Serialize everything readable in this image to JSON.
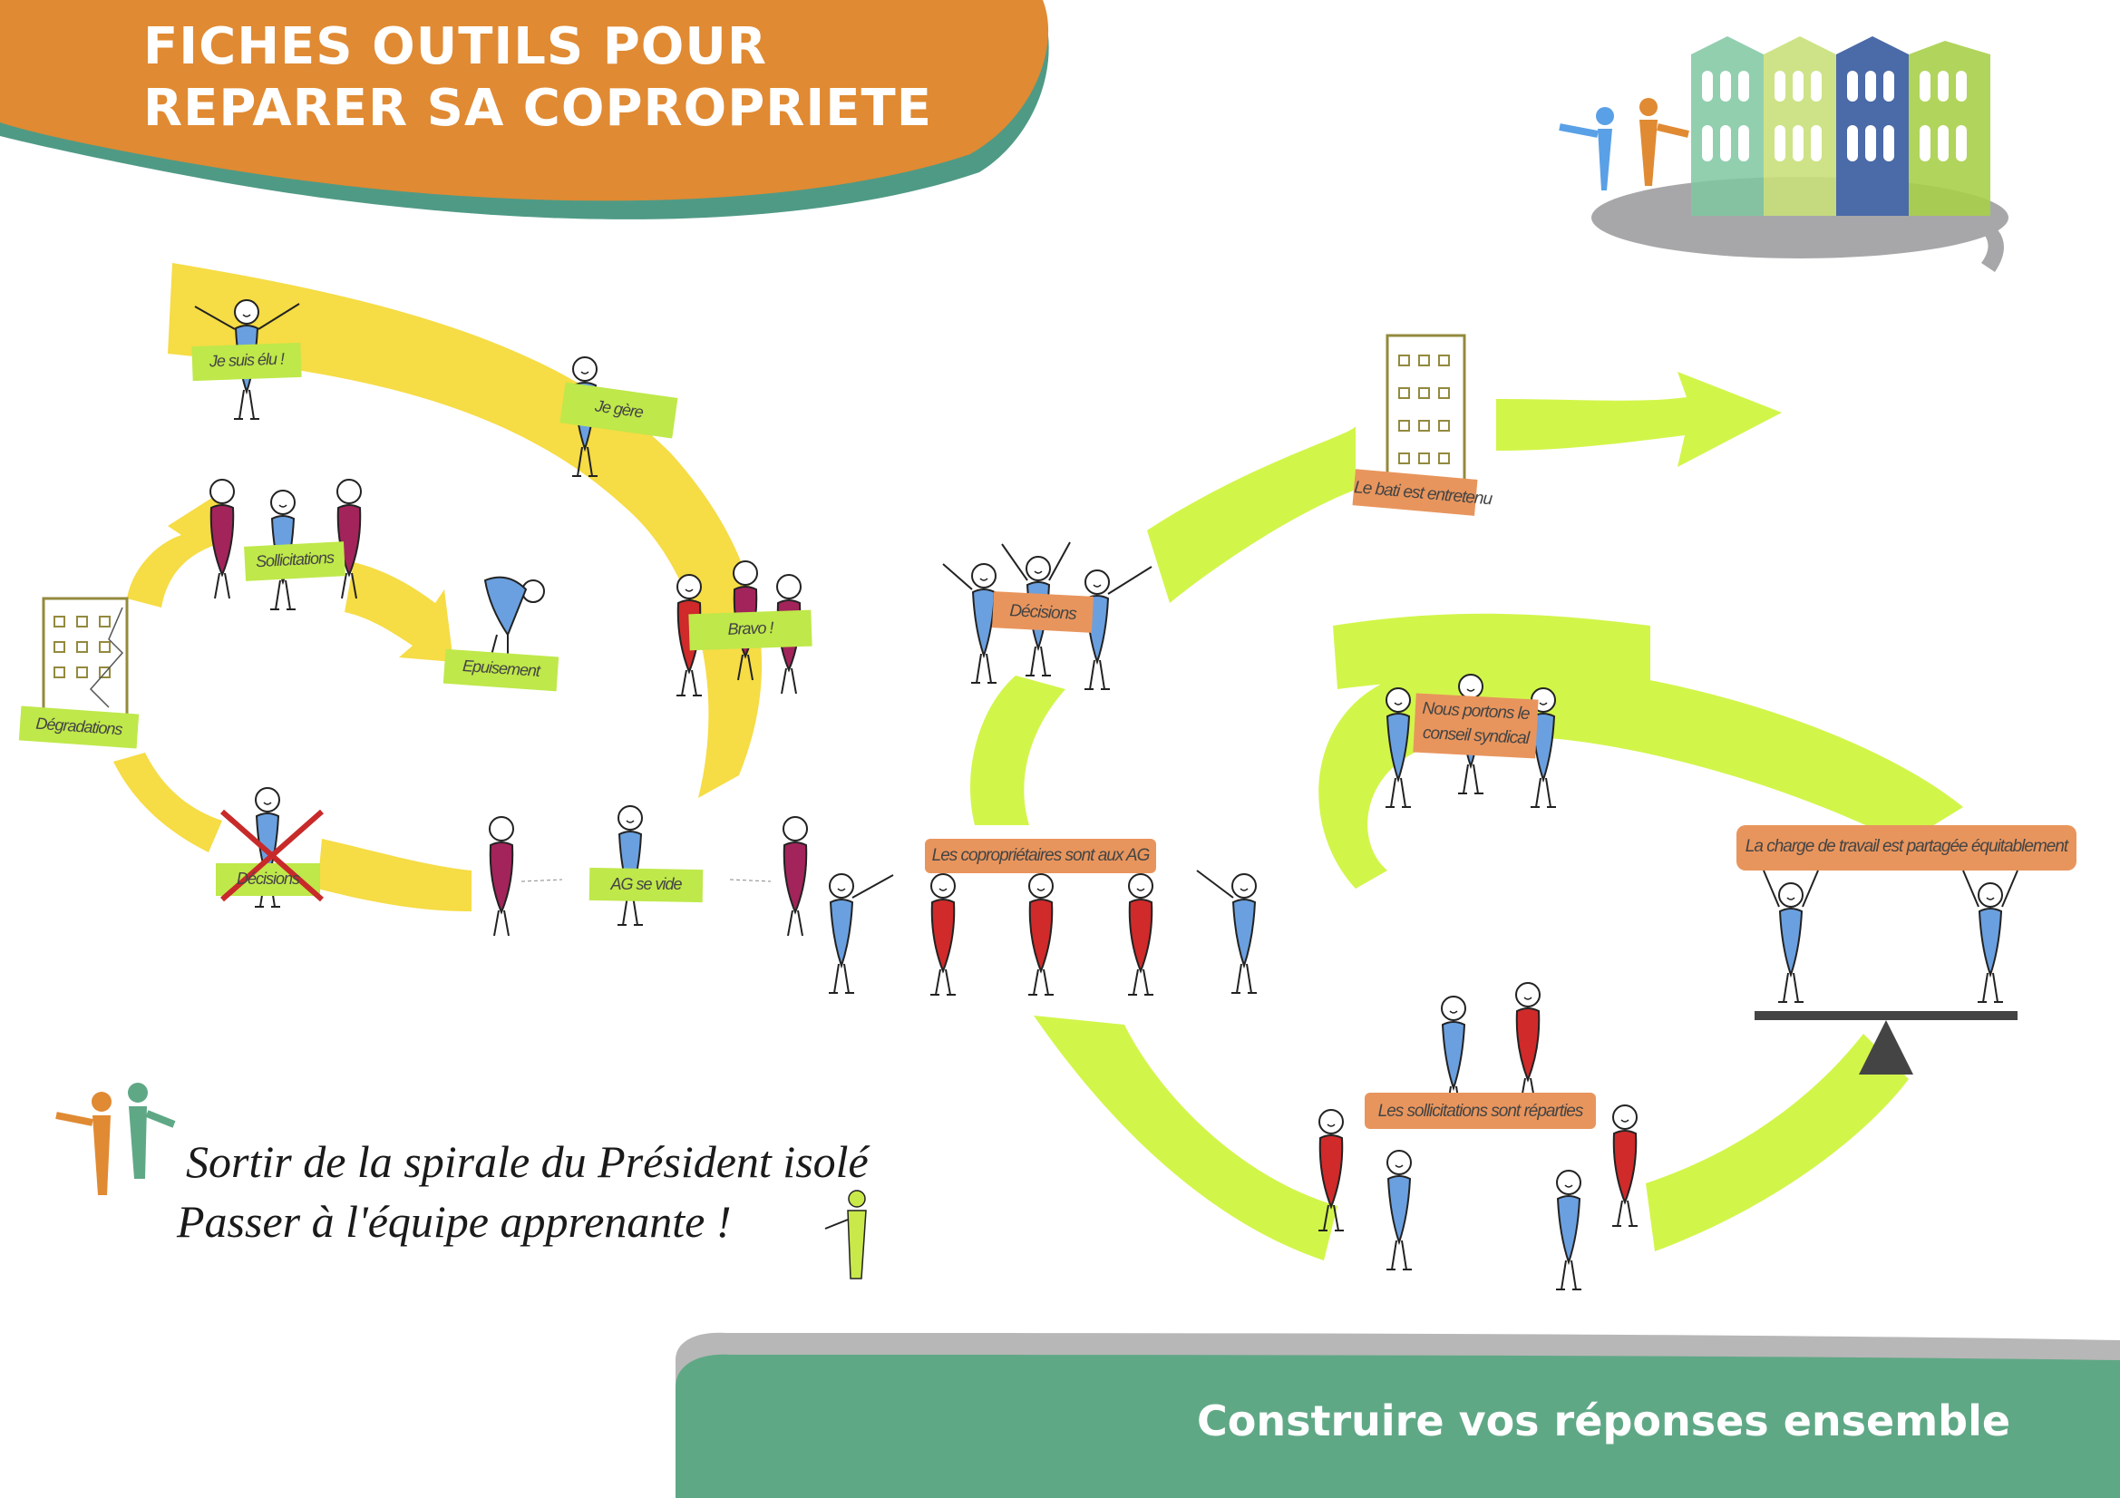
{
  "header": {
    "title_line1": "FICHES OUTILS POUR",
    "title_line2": "REPARER SA COPROPRIETE"
  },
  "footer": {
    "text": "Construire vos réponses ensemble"
  },
  "slogan": {
    "line1": "Sortir de la spirale du Président isolé",
    "line2": "Passer à l'équipe apprenante !"
  },
  "spiral_president": {
    "labels": {
      "elected": "Je suis élu !",
      "manage": "Je gère",
      "solicitations": "Sollicitations",
      "exhaustion": "Epuisement",
      "bravo": "Bravo !",
      "degradations": "Dégradations",
      "decisions": "Décisions",
      "ag_empty": "AG se vide"
    }
  },
  "spiral_team": {
    "labels": {
      "owners_at_ag": "Les copropriétaires sont aux AG",
      "decisions": "Décisions",
      "building_maintained": "Le bati est entretenu",
      "council_line1": "Nous portons le",
      "council_line2": "conseil syndical",
      "workload": "La charge de travail est partagée équitablement",
      "solicitations_shared": "Les sollicitations sont réparties"
    }
  },
  "colors": {
    "header_orange": "#e08a33",
    "header_teal": "#4f9a85",
    "footer_green": "#5fa886",
    "footer_grey": "#b7b7b7",
    "yellow_arrow": "#f6dc45",
    "lime_arrow": "#d2f54a",
    "label_green": "#bfe84a",
    "label_orange": "#e8955d",
    "figure_blue": "#6aa0e0",
    "figure_red": "#d02a2a",
    "figure_purple": "#a3245a",
    "building_olive": "#938a3e"
  }
}
